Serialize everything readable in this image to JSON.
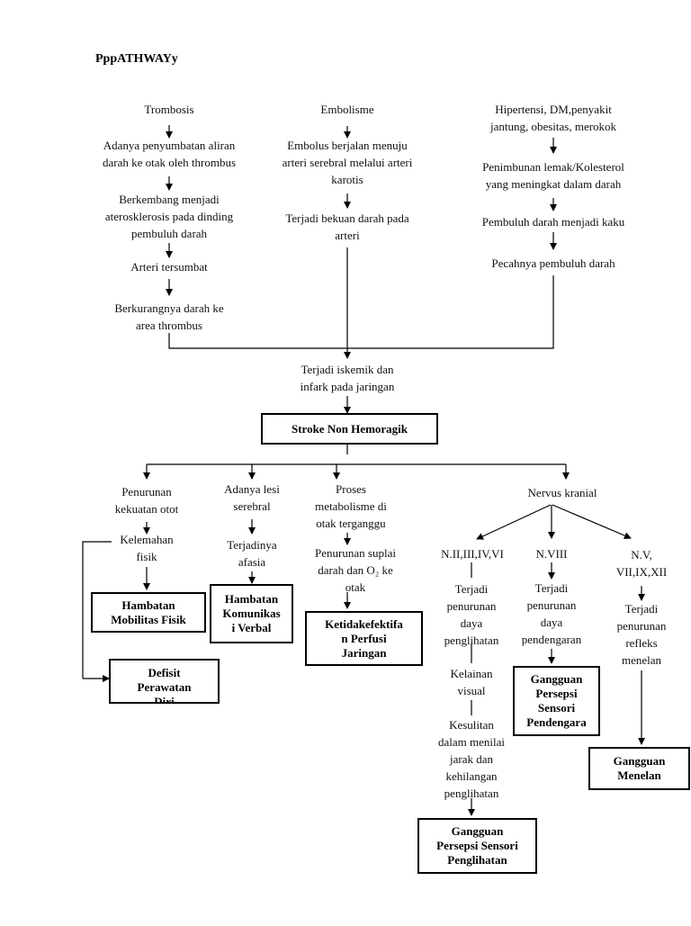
{
  "title": "PppATHWAYy",
  "causes": {
    "thrombosis": {
      "label": "Trombosis",
      "steps": [
        "Adanya penyumbatan aliran\ndarah ke otak oleh thrombus",
        "Berkembang menjadi\naterosklerosis pada dinding\npembuluh darah",
        "Arteri tersumbat",
        "Berkurangnya darah ke\narea thrombus"
      ]
    },
    "embolism": {
      "label": "Embolisme",
      "steps": [
        "Embolus berjalan menuju\narteri serebral melalui arteri\nkarotis",
        "Terjadi bekuan darah pada\narteri"
      ]
    },
    "hypertension": {
      "label": "Hipertensi, DM,penyakit\njantung, obesitas, merokok",
      "steps": [
        "Penimbunan lemak/Kolesterol\nyang meningkat dalam darah",
        "Pembuluh darah menjadi kaku",
        "Pecahnya pembuluh darah"
      ]
    }
  },
  "ischemia": "Terjadi iskemik dan\ninfark pada jaringan",
  "stroke": "Stroke Non Hemoragik",
  "branches": {
    "motor": {
      "steps": [
        "Penurunan\nkekuatan otot",
        "Kelemahan\nfisik"
      ],
      "diagnoses": [
        "Hambatan\nMobilitas Fisik",
        "Defisit\nPerawatan\nDiri"
      ]
    },
    "lesion": {
      "steps": [
        "Adanya lesi\nserebral",
        "Terjadinya\nafasia"
      ],
      "diagnosis": "Hambatan\nKomunikas\ni Verbal"
    },
    "metabolism": {
      "steps": [
        "Proses\nmetabolisme di\notak terganggu",
        "Penurunan suplai\ndarah dan O₂  ke\notak"
      ],
      "diagnosis": "Ketidakefektifa\nn Perfusi\nJaringan"
    },
    "cranial": {
      "label": "Nervus kranial",
      "visual": {
        "nerve": "N.II,III,IV,VI",
        "steps": [
          "Terjadi\npenurunan\ndaya\npenglihatan",
          "Kelainan\nvisual",
          "Kesulitan\ndalam menilai\njarak dan\nkehilangan\npenglihatan"
        ],
        "diagnosis": "Gangguan\nPersepsi Sensori\nPenglihatan"
      },
      "hearing": {
        "nerve": "N.VIII",
        "steps": [
          "Terjadi\npenurunan\ndaya\npendengaran"
        ],
        "diagnosis": "Gangguan\nPersepsi\nSensori\nPendengara"
      },
      "swallow": {
        "nerve": "N.V,\nVII,IX,XII",
        "steps": [
          "Terjadi\npenurunan\nrefleks\nmenelan"
        ],
        "diagnosis": "Gangguan\nMenelan"
      }
    }
  }
}
